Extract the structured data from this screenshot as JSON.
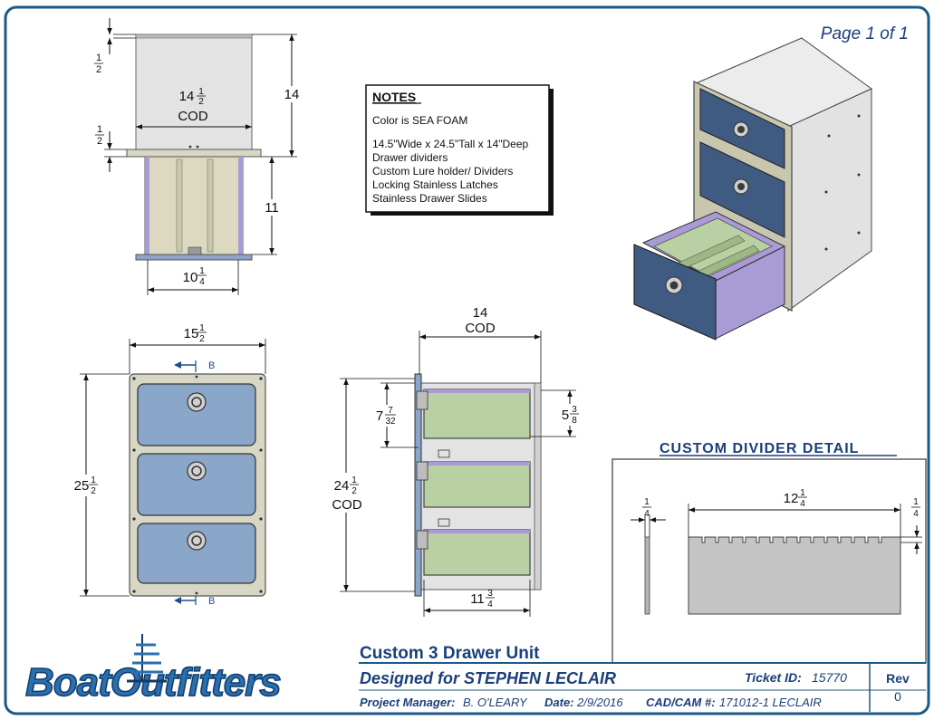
{
  "page_label": "Page 1 of 1",
  "notes": {
    "heading": "NOTES",
    "lines": [
      "Color is SEA FOAM",
      "14.5\"Wide x 24.5\"Tall x 14\"Deep",
      "Drawer dividers",
      "Custom Lure holder/ Dividers",
      "Locking Stainless Latches",
      "Stainless Drawer Slides"
    ]
  },
  "top_view": {
    "dim_half_top": {
      "whole": "",
      "num": "1",
      "den": "2"
    },
    "dim_half_mid": {
      "whole": "",
      "num": "1",
      "den": "2"
    },
    "dim_width": {
      "whole": "14",
      "num": "1",
      "den": "2",
      "note": "COD"
    },
    "dim_height_top": "14",
    "dim_height_bottom": "11",
    "dim_base_width": {
      "whole": "10",
      "num": "1",
      "den": "4"
    }
  },
  "front_view": {
    "dim_width": {
      "whole": "15",
      "num": "1",
      "den": "2"
    },
    "dim_height": {
      "whole": "25",
      "num": "1",
      "den": "2"
    },
    "section_label": "B"
  },
  "side_view": {
    "dim_depth": {
      "whole": "14",
      "note": "COD"
    },
    "dim_height": {
      "whole": "24",
      "num": "1",
      "den": "2",
      "note": "COD"
    },
    "dim_drawer_open": {
      "whole": "7",
      "num": "7",
      "den": "32"
    },
    "dim_drawer_box": {
      "whole": "5",
      "num": "3",
      "den": "8"
    },
    "dim_drawer_depth": {
      "whole": "11",
      "num": "3",
      "den": "4"
    }
  },
  "divider_detail": {
    "title": "CUSTOM DIVIDER DETAIL",
    "dim_length": {
      "whole": "12",
      "num": "1",
      "den": "4"
    },
    "dim_thickness": {
      "whole": "",
      "num": "1",
      "den": "4"
    },
    "dim_notch": {
      "whole": "",
      "num": "1",
      "den": "4"
    }
  },
  "title_block": {
    "logo_text": "BoatOutfitters",
    "product": "Custom 3 Drawer Unit",
    "designed_for": "Designed for STEPHEN LECLAIR",
    "ticket_label": "Ticket ID:",
    "ticket_value": "15770",
    "rev_label": "Rev",
    "rev_value": "0",
    "pm_label": "Project Manager:",
    "pm_value": "B. O'LEARY",
    "date_label": "Date:",
    "date_value": "2/9/2016",
    "cad_label": "CAD/CAM #:",
    "cad_value": "171012-1 LECLAIR"
  },
  "colors": {
    "border": "#1b5a86",
    "drawer_face": "#5a7ea8",
    "drawer_face_dark": "#3a5378",
    "frame": "#d8d6c4",
    "divider": "#b9cfa4",
    "drawer_side": "#a99bd6",
    "cabinet": "#e7e7e7",
    "title_blue": "#1b3f7a"
  }
}
